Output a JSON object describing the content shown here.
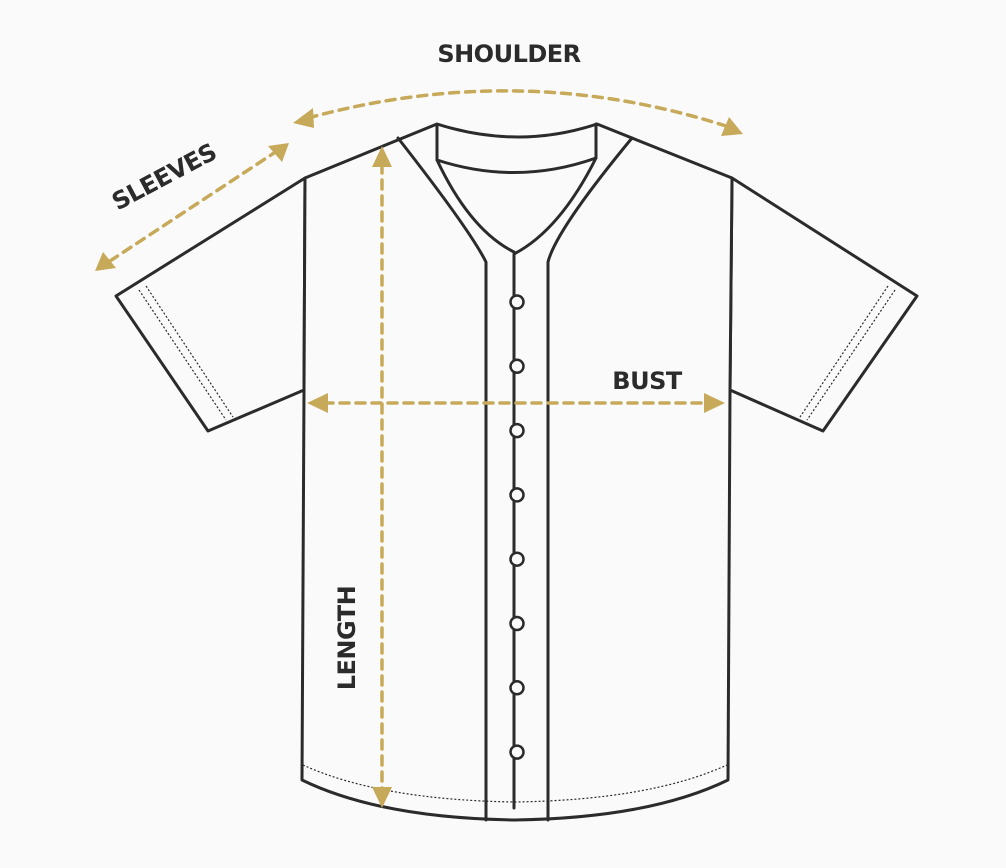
{
  "labels": {
    "shoulder": "SHOULDER",
    "sleeves": "SLEEVES",
    "bust": "BUST",
    "length": "LENGTH"
  },
  "buttons": {
    "count": 8
  },
  "colors": {
    "background": "#fafafa",
    "outline": "#2b2b2b",
    "shirt_fill": "#fafafa",
    "measure": "#c7a95a",
    "text": "#2b2b2b"
  },
  "icons": {
    "arrowhead": "triangle-arrowhead-icon",
    "button": "shirt-button-icon"
  }
}
